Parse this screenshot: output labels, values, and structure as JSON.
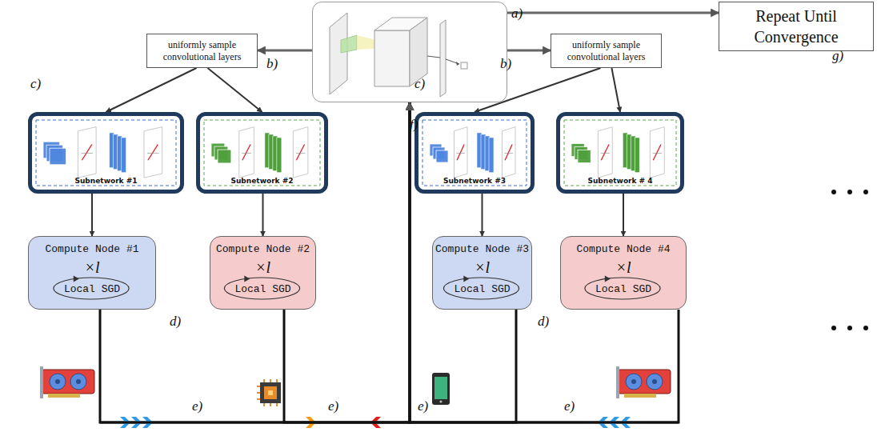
{
  "diagram": {
    "nodes": [
      {
        "text": [
          "a)"
        ]
      },
      {
        "text": [
          "uniformly sample convolutional layers"
        ]
      },
      {
        "text": [
          "uniformly sample convolutional layers"
        ]
      },
      {
        "text": [
          "Repeat Until Convergence"
        ]
      },
      {
        "text": [
          "Subnetwork #1"
        ]
      },
      {
        "text": [
          "Subnetwork #2"
        ]
      },
      {
        "text": [
          "Subnetwork #3"
        ]
      },
      {
        "text": [
          "Subnetwork # 4"
        ]
      },
      {
        "text": [
          "Compute Node #1",
          "×l",
          "Local SGD"
        ]
      },
      {
        "text": [
          "Compute Node #2",
          "×l",
          "Local SGD"
        ]
      },
      {
        "text": [
          "Compute Node #3",
          "×l",
          "Local SGD"
        ]
      },
      {
        "text": [
          "Compute Node #4",
          "×l",
          "Local SGD"
        ]
      }
    ],
    "edges": [
      {
        "from": 0,
        "to": 1,
        "arrow": "to"
      },
      {
        "from": 0,
        "to": 2,
        "arrow": "to"
      },
      {
        "from": 0,
        "to": 3,
        "arrow": "to"
      },
      {
        "from": 1,
        "to": 4,
        "arrow": "to"
      },
      {
        "from": 1,
        "to": 5,
        "arrow": "to"
      },
      {
        "from": 2,
        "to": 6,
        "arrow": "to"
      },
      {
        "from": 2,
        "to": 7,
        "arrow": "to"
      },
      {
        "from": 4,
        "to": 8,
        "arrow": "to"
      },
      {
        "from": 5,
        "to": 9,
        "arrow": "to"
      },
      {
        "from": 6,
        "to": 10,
        "arrow": "to"
      },
      {
        "from": 7,
        "to": 11,
        "arrow": "to"
      },
      {
        "from": 8,
        "to": 0,
        "arrow": "to"
      },
      {
        "from": 9,
        "to": 0,
        "arrow": "to"
      },
      {
        "from": 10,
        "to": 0,
        "arrow": "to"
      },
      {
        "from": 11,
        "to": 0,
        "arrow": "to"
      }
    ],
    "labels": [
      "b)",
      "b)",
      "c)",
      "c)",
      "d)",
      "d)",
      "e)",
      "e)",
      "e)",
      "e)",
      "f)",
      "g)"
    ]
  }
}
